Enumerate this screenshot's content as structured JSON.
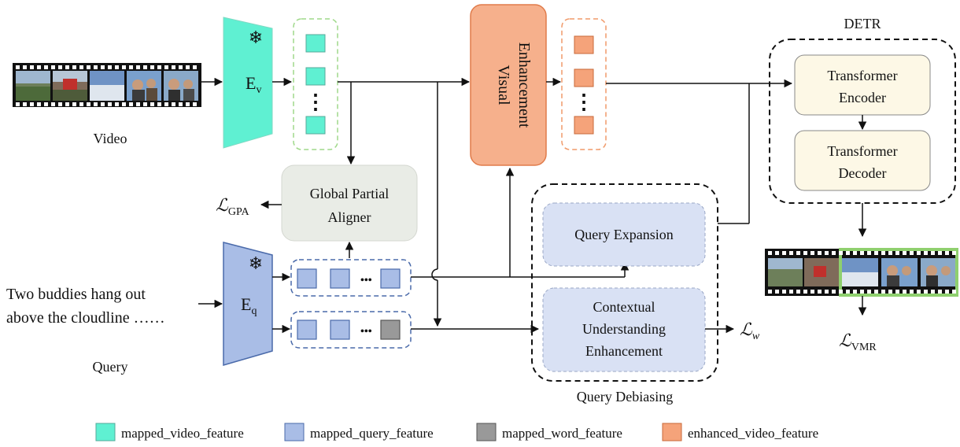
{
  "inputs": {
    "video_label": "Video",
    "query_label": "Query",
    "query_text_line1": "Two buddies hang out",
    "query_text_line2": "above the cloudline ……"
  },
  "encoders": {
    "video_encoder": "E",
    "video_encoder_sub": "v",
    "query_encoder": "E",
    "query_encoder_sub": "q",
    "frozen_icon": "snowflake-icon"
  },
  "modules": {
    "global_partial_aligner_line1": "Global Partial",
    "global_partial_aligner_line2": "Aligner",
    "visual_enhancement_line1": "Visual",
    "visual_enhancement_line2": "Enhancement",
    "query_expansion": "Query Expansion",
    "contextual_line1": "Contextual",
    "contextual_line2": "Understanding",
    "contextual_line3": "Enhancement",
    "query_debiasing": "Query Debiasing",
    "detr_title": "DETR",
    "transformer_encoder_line1": "Transformer",
    "transformer_encoder_line2": "Encoder",
    "transformer_decoder_line1": "Transformer",
    "transformer_decoder_line2": "Decoder"
  },
  "losses": {
    "gpa_symbol": "ℒ",
    "gpa_sub": "GPA",
    "w_symbol": "ℒ",
    "w_sub": "w",
    "vmr_symbol": "ℒ",
    "vmr_sub": "VMR"
  },
  "ellipsis": "⋮",
  "dots": "•••",
  "legend": [
    {
      "label": "mapped_video_feature",
      "color": "#5ff0d2"
    },
    {
      "label": "mapped_query_feature",
      "color": "#a9bde6"
    },
    {
      "label": "mapped_word_feature",
      "color": "#999999"
    },
    {
      "label": "enhanced_video_feature",
      "color": "#f5a37a"
    }
  ],
  "colors": {
    "video_encoder": "#5ff0d2",
    "query_encoder": "#a9bde6",
    "aligner": "#e9ece6",
    "visual_enhancement": "#f6b08c",
    "debias_module": "#d9e1f4",
    "transformer_block": "#fdf8e6",
    "highlight_frames": "#8fd06e"
  }
}
